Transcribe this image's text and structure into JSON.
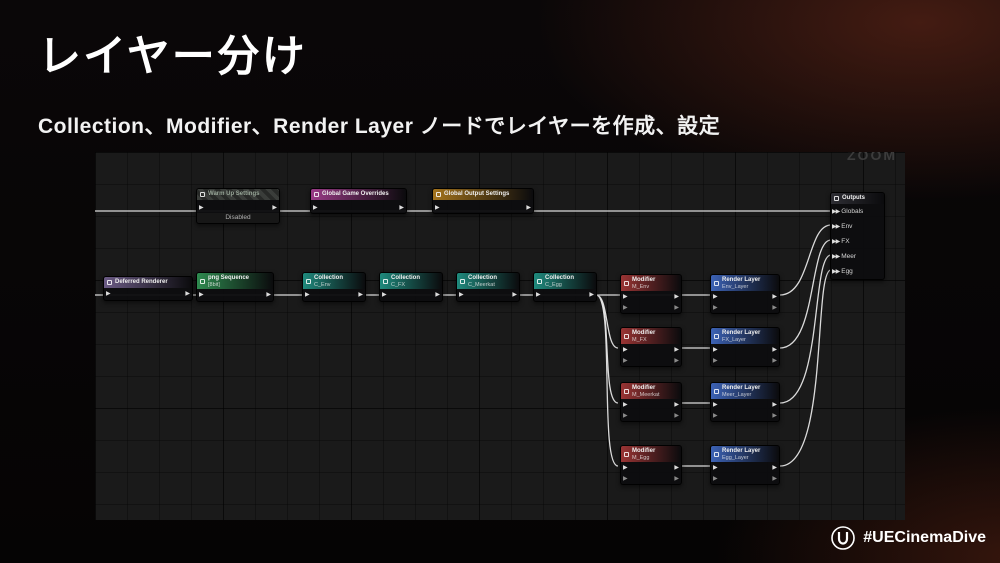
{
  "slide": {
    "title": "レイヤー分け",
    "subtitle": "Collection、Modifier、Render Layer ノードでレイヤーを作成、設定",
    "hashtag": "#UECinemaDive"
  },
  "graph": {
    "zoom_label": "ZOOM",
    "colors": {
      "wire": "#e6e6e6",
      "overrides_header": "#993a86",
      "output_settings_header": "#a3731c",
      "outputs_header": "#2e2e34",
      "renderer_header": "#6b5b85",
      "png_header": "#2e8a4f",
      "collection_header": "#1f8a7d",
      "modifier_header": "#9a3434",
      "render_layer_header": "#3c62b5"
    },
    "warm_up": {
      "title": "Warm Up Settings",
      "status": "Disabled"
    },
    "global_game_overrides": {
      "title": "Global Game Overrides"
    },
    "global_output_settings": {
      "title": "Global Output Settings"
    },
    "outputs": {
      "title": "Outputs",
      "pins": [
        {
          "label": "Globals"
        },
        {
          "label": "Env"
        },
        {
          "label": "FX"
        },
        {
          "label": "Meer"
        },
        {
          "label": "Egg"
        }
      ]
    },
    "deferred_renderer": {
      "title": "Deferred Renderer"
    },
    "png_sequence": {
      "title": "png Sequence",
      "subtitle": "[8bit]"
    },
    "collections": [
      {
        "title": "Collection",
        "subtitle": "C_Env"
      },
      {
        "title": "Collection",
        "subtitle": "C_FX"
      },
      {
        "title": "Collection",
        "subtitle": "C_Meerkat"
      },
      {
        "title": "Collection",
        "subtitle": "C_Egg"
      }
    ],
    "modifiers": [
      {
        "title": "Modifier",
        "subtitle": "M_Env"
      },
      {
        "title": "Modifier",
        "subtitle": "M_FX"
      },
      {
        "title": "Modifier",
        "subtitle": "M_Meerkat"
      },
      {
        "title": "Modifier",
        "subtitle": "M_Egg"
      }
    ],
    "render_layers": [
      {
        "title": "Render Layer",
        "subtitle": "Env_Layer"
      },
      {
        "title": "Render Layer",
        "subtitle": "FX_Layer"
      },
      {
        "title": "Render Layer",
        "subtitle": "Meer_Layer"
      },
      {
        "title": "Render Layer",
        "subtitle": "Egg_Layer"
      }
    ]
  }
}
